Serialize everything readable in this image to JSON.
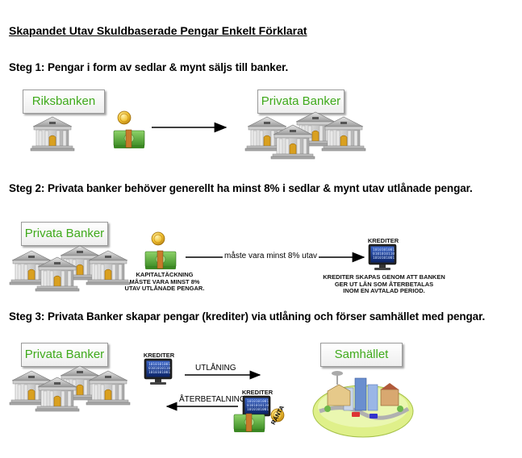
{
  "title": "Skapandet Utav Skuldbaserade Pengar Enkelt Förklarat",
  "steps": {
    "s1": "Steg 1: Pengar i form av sedlar & mynt säljs till banker.",
    "s2": "Steg 2: Privata banker behöver generellt ha minst 8% i sedlar & mynt utav utlånade pengar.",
    "s3": "Steg 3: Privata Banker skapar pengar (krediter) via utlåning och förser samhället med pengar."
  },
  "boxes": {
    "riksbanken": "Riksbanken",
    "privata1": "Privata Banker",
    "privata2": "Privata Banker",
    "privata3": "Privata Banker",
    "samhallet": "Samhället"
  },
  "labels": {
    "kapital": "KAPITALTÄCKNING\nMÅSTE VARA MINST 8%\nUTAV UTLÅNADE PENGAR.",
    "maste": "måste vara minst 8% utav",
    "krediter": "KREDITER",
    "krediter_desc": "KREDITER SKAPAS GENOM ATT BANKEN\nGER UT LÅN SOM ÅTERBETALAS\nINOM EN AVTALAD PERIOD.",
    "utlaning": "UTLÅNING",
    "aterbetalning": "ÅTERBETALNING",
    "ranta": "RÄNTA",
    "bank_sign": "Bank",
    "binary": "1010101001\n0101010110\n1010101001"
  },
  "colors": {
    "box_text": "#3faa1b",
    "money": "#5fa839",
    "coin": "#e8b020",
    "bank": "#b5b5b5",
    "screen": "#1a3a8a"
  }
}
